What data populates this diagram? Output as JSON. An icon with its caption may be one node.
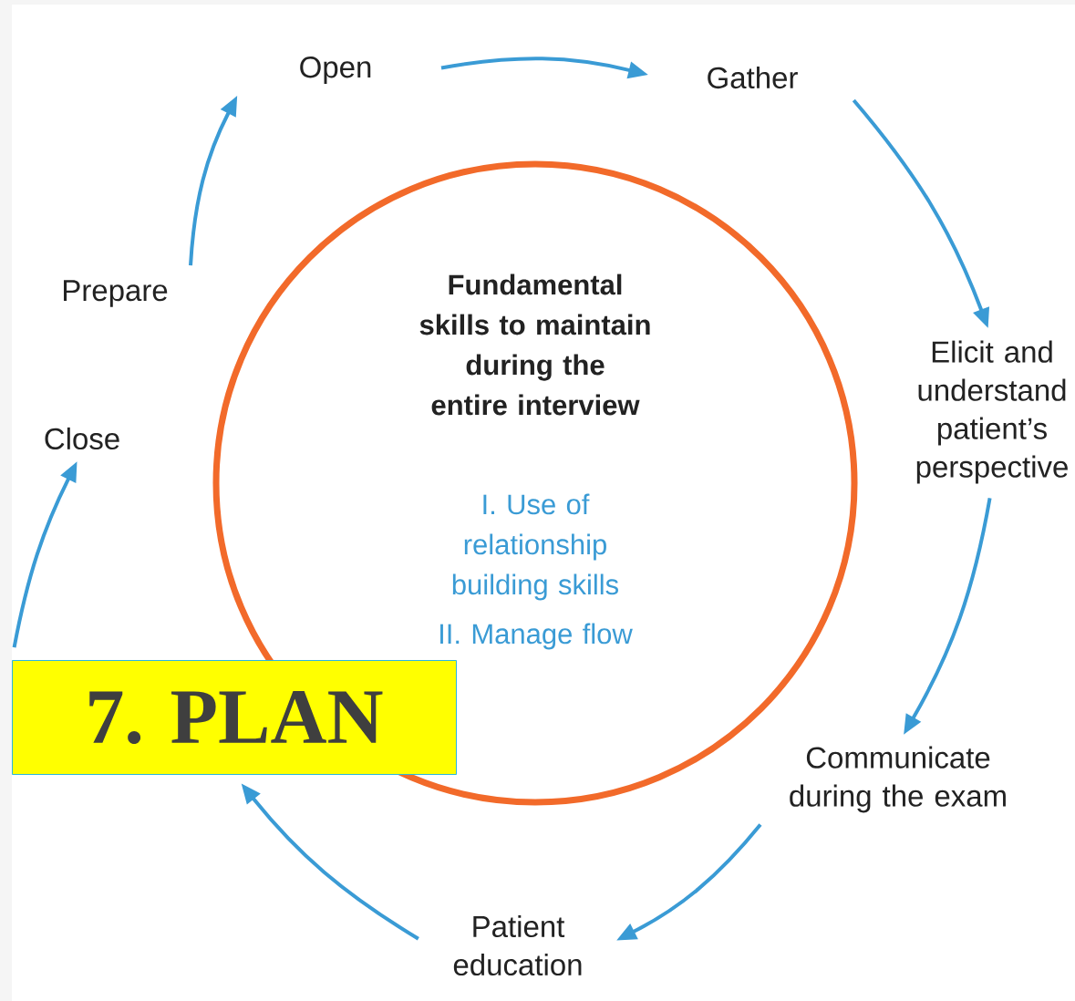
{
  "diagram": {
    "nodes": [
      {
        "text": [
          "Open"
        ]
      },
      {
        "text": [
          "Gather"
        ]
      },
      {
        "text": [
          "Elicit and understand patient’s perspective"
        ]
      },
      {
        "text": [
          "Communicate during the exam"
        ]
      },
      {
        "text": [
          "Patient education"
        ]
      },
      {
        "text": [
          "7. PLAN"
        ]
      },
      {
        "text": [
          "Close"
        ]
      },
      {
        "text": [
          "Prepare"
        ]
      },
      {
        "text": [
          "Fundamental skills to maintain during the entire interview",
          "I. Use of relationship building skills",
          "II. Manage flow"
        ]
      }
    ],
    "edges": [
      {
        "from": 7,
        "to": 0,
        "arrow": "to"
      },
      {
        "from": 0,
        "to": 1,
        "arrow": "to"
      },
      {
        "from": 1,
        "to": 2,
        "arrow": "to"
      },
      {
        "from": 2,
        "to": 3,
        "arrow": "to"
      },
      {
        "from": 3,
        "to": 4,
        "arrow": "to"
      },
      {
        "from": 4,
        "to": 5,
        "arrow": "to"
      },
      {
        "from": 5,
        "to": 6,
        "arrow": "to"
      }
    ]
  }
}
